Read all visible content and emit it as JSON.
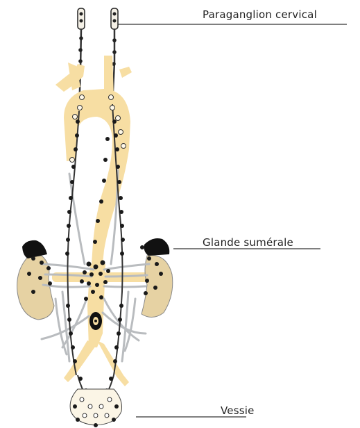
{
  "labels": {
    "cervical": "Paraganglion cervical",
    "glande": "Glande sumérale",
    "vessie": "Vessie"
  },
  "colors": {
    "vessel": "#f7dea3",
    "kidney": "#e6d2a3",
    "adrenal": "#111111",
    "nerve": "#b9bcbf",
    "ganglion": "#1a1a1a",
    "line": "#333333"
  },
  "icons": [
    "aorta",
    "kidney",
    "adrenal-gland",
    "bladder",
    "paraganglion"
  ]
}
